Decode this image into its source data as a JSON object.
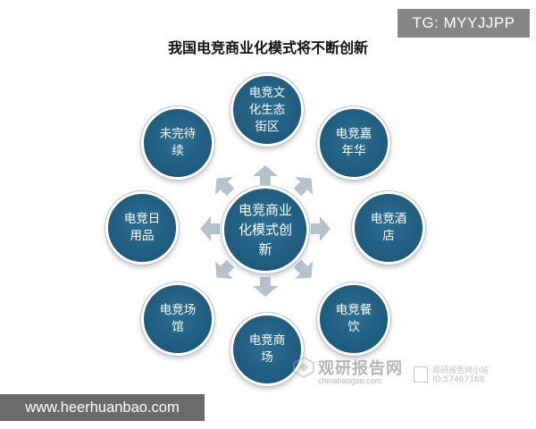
{
  "tg_label": "TG: MYYJJPP",
  "title": "我国电竞商业化模式将不断创新",
  "center": {
    "label": "电竞商业化模式创新"
  },
  "nodes": [
    {
      "label": "电竞文化生态街区"
    },
    {
      "label": "电竞嘉年华"
    },
    {
      "label": "电竞酒店"
    },
    {
      "label": "电竞餐饮"
    },
    {
      "label": "电竞商场"
    },
    {
      "label": "电竞场馆"
    },
    {
      "label": "电竞日用品"
    },
    {
      "label": "未完待续"
    }
  ],
  "watermark": {
    "brand": "观研报告网",
    "domain": "chinabaogao.com",
    "mp_line1": "观研报告网小站",
    "mp_line2": "ID:57467168"
  },
  "site_label": "www.heerhuanbao.com",
  "colors": {
    "node_fill": "#1f5b7d",
    "arrow": "#b4c2cc",
    "tg_badge": "#868686",
    "site_badge": "#6b6b6b"
  }
}
